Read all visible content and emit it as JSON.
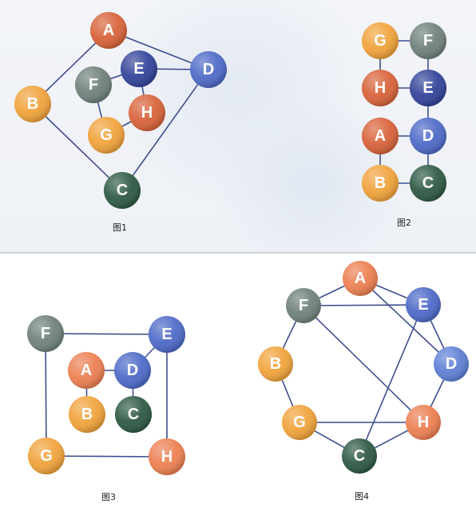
{
  "colors": {
    "orange_red": "#d8633a",
    "navy": "#34449a",
    "royal_blue": "#4e6ac7",
    "gray_green": "#6f817a",
    "amber": "#f0a33c",
    "dark_green": "#2f5a44",
    "salmon": "#ec8052",
    "periwinkle": "#5f80d4",
    "edge": "#3e4f8f"
  },
  "figures": [
    {
      "caption": "图1",
      "nodes": [
        {
          "label": "A",
          "color": "orange_red"
        },
        {
          "label": "E",
          "color": "navy"
        },
        {
          "label": "D",
          "color": "royal_blue"
        },
        {
          "label": "F",
          "color": "gray_green"
        },
        {
          "label": "H",
          "color": "orange_red"
        },
        {
          "label": "B",
          "color": "amber"
        },
        {
          "label": "G",
          "color": "amber"
        },
        {
          "label": "C",
          "color": "dark_green"
        }
      ]
    },
    {
      "caption": "图2",
      "nodes": [
        {
          "label": "G",
          "color": "amber"
        },
        {
          "label": "F",
          "color": "gray_green"
        },
        {
          "label": "H",
          "color": "orange_red"
        },
        {
          "label": "E",
          "color": "navy"
        },
        {
          "label": "A",
          "color": "orange_red"
        },
        {
          "label": "D",
          "color": "royal_blue"
        },
        {
          "label": "B",
          "color": "amber"
        },
        {
          "label": "C",
          "color": "dark_green"
        }
      ]
    },
    {
      "caption": "图3",
      "nodes": [
        {
          "label": "F",
          "color": "gray_green"
        },
        {
          "label": "E",
          "color": "royal_blue"
        },
        {
          "label": "A",
          "color": "salmon"
        },
        {
          "label": "D",
          "color": "royal_blue"
        },
        {
          "label": "B",
          "color": "amber"
        },
        {
          "label": "C",
          "color": "dark_green"
        },
        {
          "label": "G",
          "color": "amber"
        },
        {
          "label": "H",
          "color": "salmon"
        }
      ]
    },
    {
      "caption": "图4",
      "nodes": [
        {
          "label": "A",
          "color": "salmon"
        },
        {
          "label": "F",
          "color": "gray_green"
        },
        {
          "label": "E",
          "color": "royal_blue"
        },
        {
          "label": "B",
          "color": "amber"
        },
        {
          "label": "D",
          "color": "periwinkle"
        },
        {
          "label": "G",
          "color": "amber"
        },
        {
          "label": "H",
          "color": "salmon"
        },
        {
          "label": "C",
          "color": "dark_green"
        }
      ]
    }
  ]
}
